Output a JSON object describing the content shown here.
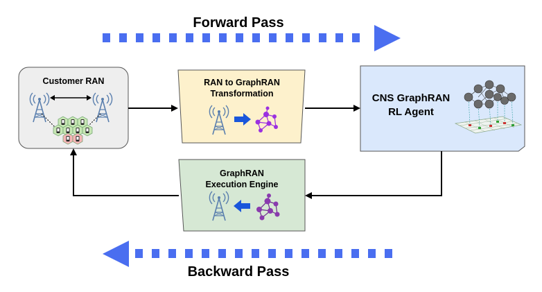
{
  "labels": {
    "forward_pass": "Forward Pass",
    "backward_pass": "Backward Pass"
  },
  "nodes": {
    "customer_ran": {
      "title": "Customer RAN",
      "fill": "#eeeeee"
    },
    "transformation": {
      "line1": "RAN to GraphRAN",
      "line2": "Transformation",
      "fill": "#fdf1cc"
    },
    "rl_agent": {
      "line1": "CNS GraphRAN",
      "line2": "RL Agent",
      "fill": "#dae8fc"
    },
    "execution_engine": {
      "line1": "GraphRAN",
      "line2": "Execution Engine",
      "fill": "#d6e8d4"
    }
  },
  "colors": {
    "pass_arrow": "#4a6ef0",
    "conversion_arrow": "#1a56db",
    "tower": "#5a7fae",
    "graph_purple": "#9b30e0",
    "graph_dark": "#6c2c8c",
    "hex_green": "#c7e6b4",
    "hex_red": "#f4b6b6"
  },
  "icons": [
    "cell-tower-icon",
    "mobile-phone-icon",
    "graph-icon",
    "neural-network-icon"
  ]
}
